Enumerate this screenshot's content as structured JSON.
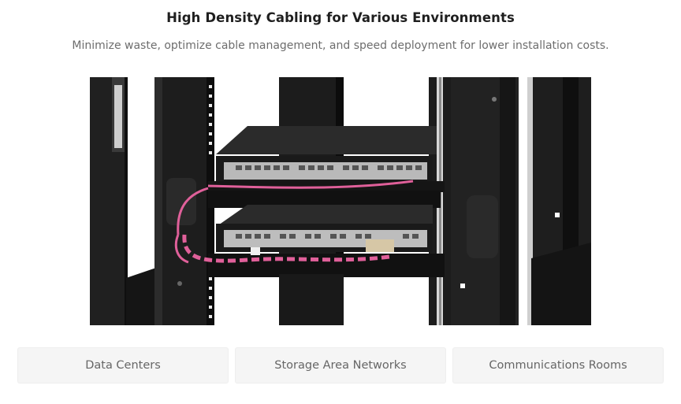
{
  "header": {
    "title": "High Density Cabling for Various Environments",
    "subtitle": "Minimize waste, optimize cable management, and speed deployment for lower installation costs."
  },
  "hero": {
    "subject": "rack-with-cable-managers-and-switches",
    "colors": {
      "rack": "#1b1b1b",
      "cable": "#e0609a",
      "panel": "#c9c9c9"
    }
  },
  "tabs": [
    {
      "label": "Data Centers"
    },
    {
      "label": "Storage Area Networks"
    },
    {
      "label": "Communications Rooms"
    }
  ]
}
